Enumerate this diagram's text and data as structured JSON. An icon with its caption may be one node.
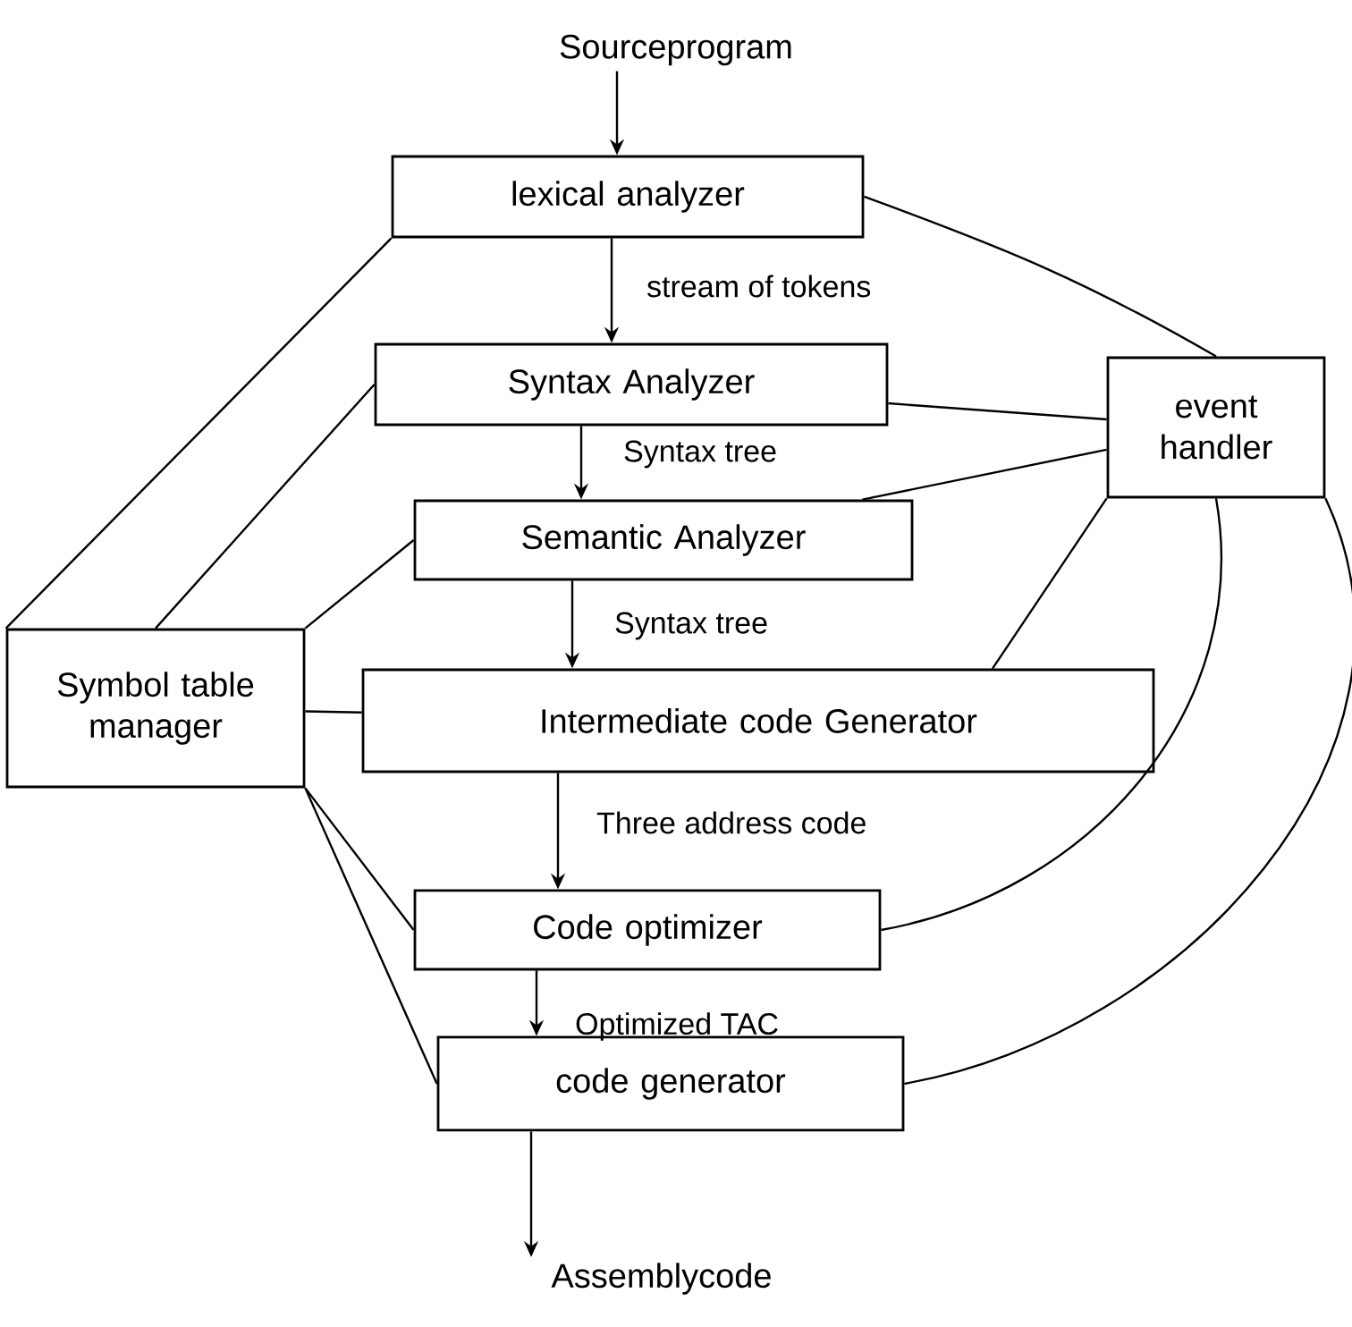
{
  "diagram": {
    "nodes": [
      {
        "text": [
          "Sourceprogram"
        ]
      },
      {
        "text": [
          "lexical analyzer"
        ]
      },
      {
        "text": [
          "Syntax Analyzer"
        ]
      },
      {
        "text": [
          "Semantic Analyzer"
        ]
      },
      {
        "text": [
          "Intermediate code Generator"
        ]
      },
      {
        "text": [
          "Code optimizer"
        ]
      },
      {
        "text": [
          "code generator"
        ]
      },
      {
        "text": [
          "Assemblycode"
        ]
      },
      {
        "text": [
          "Symbol table manager"
        ]
      },
      {
        "text": [
          "event handler"
        ]
      }
    ],
    "edges": [
      {
        "from": 0,
        "to": 1,
        "arrow": "to"
      },
      {
        "from": 1,
        "to": 2,
        "arrow": "to",
        "label": "stream of tokens"
      },
      {
        "from": 2,
        "to": 3,
        "arrow": "to",
        "label": "Syntax tree"
      },
      {
        "from": 3,
        "to": 4,
        "arrow": "to",
        "label": "Syntax tree"
      },
      {
        "from": 4,
        "to": 5,
        "arrow": "to",
        "label": "Three address code"
      },
      {
        "from": 5,
        "to": 6,
        "arrow": "to",
        "label": "Optimized TAC"
      },
      {
        "from": 6,
        "to": 7,
        "arrow": "to"
      },
      {
        "from": 8,
        "to": 1,
        "arrow": "none"
      },
      {
        "from": 8,
        "to": 2,
        "arrow": "none"
      },
      {
        "from": 8,
        "to": 3,
        "arrow": "none"
      },
      {
        "from": 8,
        "to": 4,
        "arrow": "none"
      },
      {
        "from": 8,
        "to": 5,
        "arrow": "none"
      },
      {
        "from": 8,
        "to": 6,
        "arrow": "none"
      },
      {
        "from": 9,
        "to": 1,
        "arrow": "none"
      },
      {
        "from": 9,
        "to": 2,
        "arrow": "none"
      },
      {
        "from": 9,
        "to": 3,
        "arrow": "none"
      },
      {
        "from": 9,
        "to": 4,
        "arrow": "none"
      },
      {
        "from": 9,
        "to": 5,
        "arrow": "none"
      },
      {
        "from": 9,
        "to": 6,
        "arrow": "none"
      }
    ]
  }
}
